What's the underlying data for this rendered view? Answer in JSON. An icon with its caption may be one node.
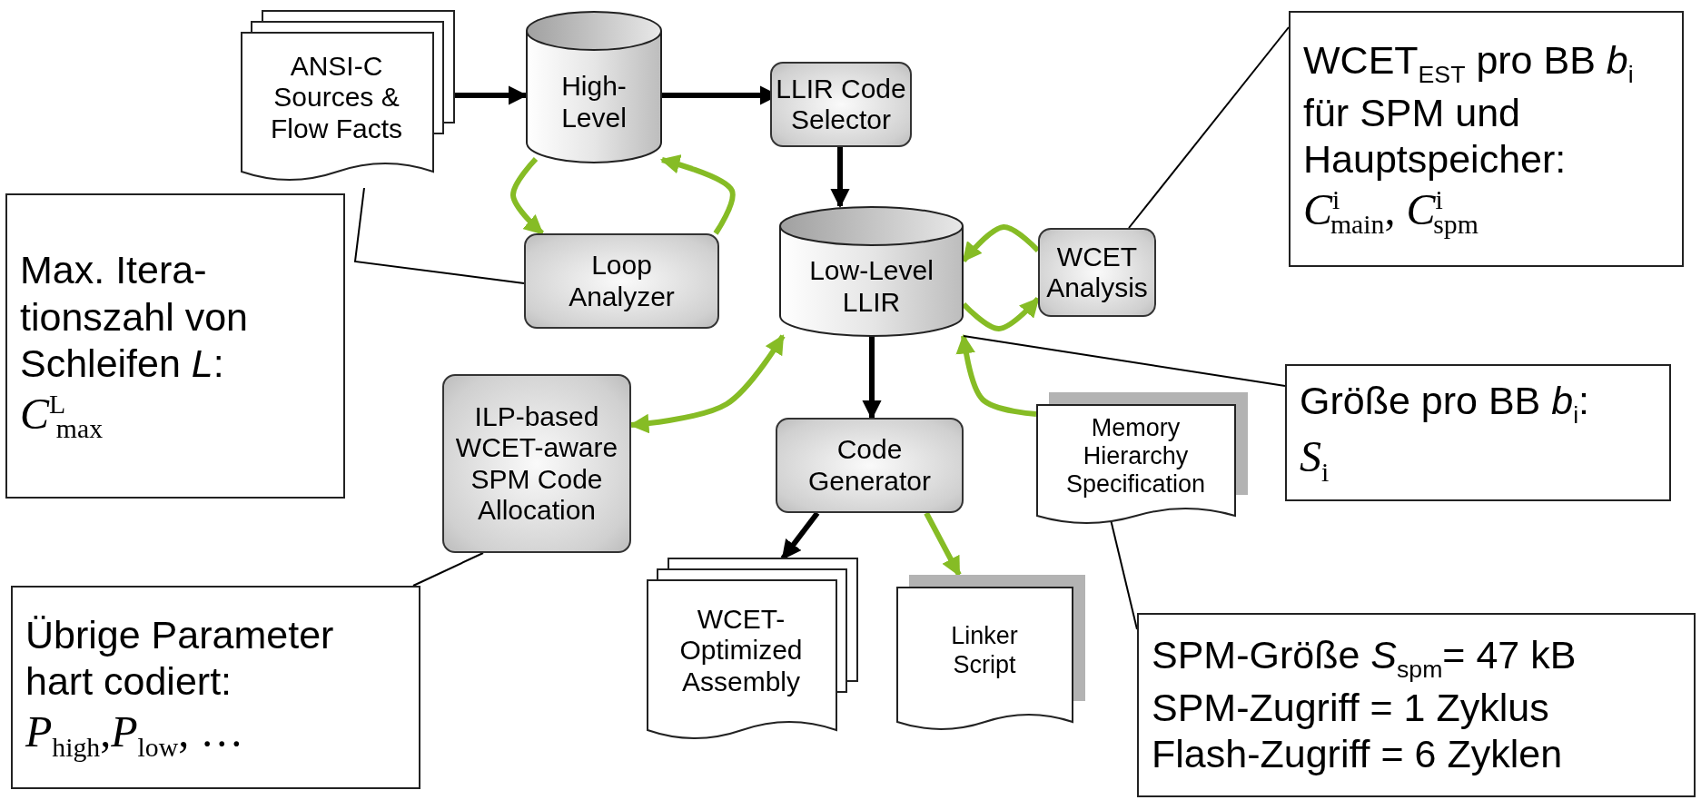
{
  "diagram": {
    "nodes": [
      {
        "text": [
          "ANSI-C Sources & Flow Facts"
        ]
      },
      {
        "text": [
          "High-Level"
        ]
      },
      {
        "text": [
          "LLIR Code Selector"
        ]
      },
      {
        "text": [
          "WCET$_{EST}$ pro BB *b*$_{i}$ für SPM und Hauptspeicher:",
          "*C*$^{i}$$_{main}$, *C*$^{i}$$_{spm}$"
        ]
      },
      {
        "text": [
          "Max. Itera-tionszahl von Schleifen *L*:",
          "*C*$^{L}$$_{max}$"
        ]
      },
      {
        "text": [
          "Loop Analyzer"
        ]
      },
      {
        "text": [
          "Low-Level LLIR"
        ]
      },
      {
        "text": [
          "WCET Analysis"
        ]
      },
      {
        "text": [
          "ILP-based WCET-aware SPM Code Allocation"
        ]
      },
      {
        "text": [
          "Code Generator"
        ]
      },
      {
        "text": [
          "Memory Hierarchy Specification"
        ]
      },
      {
        "text": [
          "Größe pro BB *b*$_{i}$:",
          "*S*$_{i}$"
        ]
      },
      {
        "text": [
          "WCET-Optimized Assembly"
        ]
      },
      {
        "text": [
          "Linker Script"
        ]
      },
      {
        "text": [
          "Übrige Parameter hart codiert:",
          "*P*$_{high}$,*P*$_{low}$, …"
        ]
      },
      {
        "text": [
          "SPM-Größe *S*$_{spm}$= 47 kB",
          "SPM-Zugriff = 1 Zyklus",
          "Flash-Zugriff = 6 Zyklen"
        ]
      }
    ],
    "edges": [
      {
        "from": 0,
        "to": 1,
        "arrow": "to"
      },
      {
        "from": 1,
        "to": 2,
        "arrow": "to"
      },
      {
        "from": 2,
        "to": 6,
        "arrow": "to"
      },
      {
        "from": 6,
        "to": 9,
        "arrow": "to"
      },
      {
        "from": 9,
        "to": 12,
        "arrow": "to"
      },
      {
        "from": 9,
        "to": 13,
        "arrow": "to",
        "color": "#86bc25"
      },
      {
        "from": 1,
        "to": 5,
        "arrow": "to",
        "color": "#86bc25"
      },
      {
        "from": 5,
        "to": 1,
        "arrow": "to",
        "color": "#86bc25"
      },
      {
        "from": 7,
        "to": 6,
        "arrow": "to",
        "color": "#86bc25"
      },
      {
        "from": 6,
        "to": 7,
        "arrow": "to",
        "color": "#86bc25"
      },
      {
        "from": 8,
        "to": 6,
        "arrow": "both",
        "color": "#86bc25"
      },
      {
        "from": 10,
        "to": 6,
        "arrow": "to",
        "color": "#86bc25"
      },
      {
        "from": 0,
        "to": 5,
        "arrow": "none"
      },
      {
        "from": 3,
        "to": 7,
        "arrow": "none"
      },
      {
        "from": 11,
        "to": 6,
        "arrow": "none"
      },
      {
        "from": 14,
        "to": 8,
        "arrow": "none"
      },
      {
        "from": 15,
        "to": 10,
        "arrow": "none"
      }
    ]
  }
}
